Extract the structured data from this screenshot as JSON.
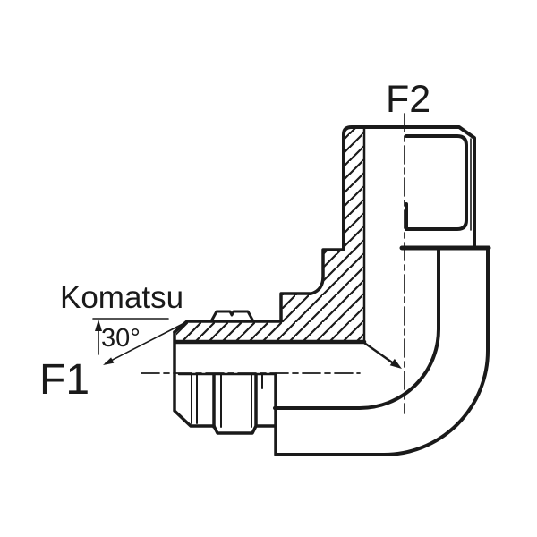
{
  "page": {
    "background": "#ffffff",
    "ink": "#1a1a1a"
  },
  "labels": {
    "port_top": "F2",
    "port_side": "F1",
    "brand": "Komatsu",
    "seat_angle": "30°"
  }
}
